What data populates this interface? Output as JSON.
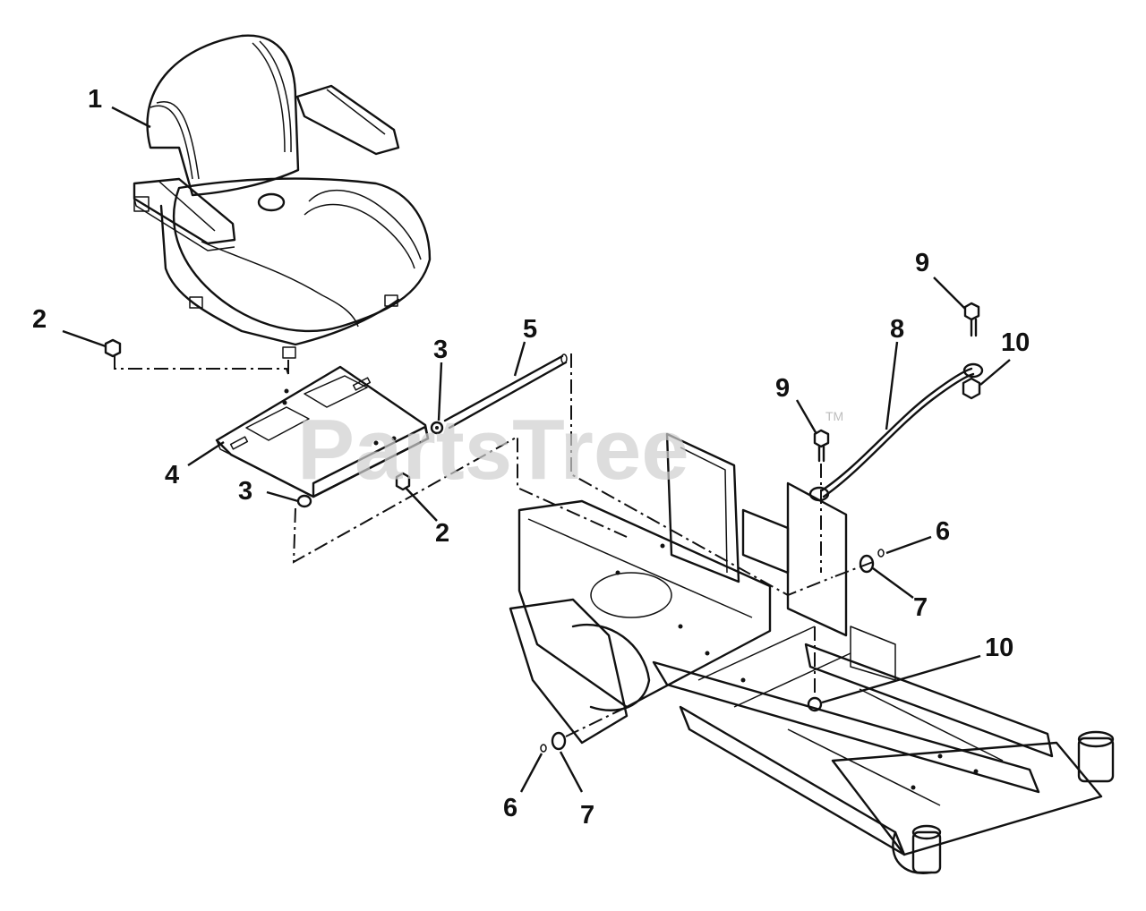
{
  "watermark": {
    "text": "PartsTree",
    "tm": "TM"
  },
  "callouts": [
    {
      "id": "c1",
      "label": "1"
    },
    {
      "id": "c2a",
      "label": "2"
    },
    {
      "id": "c2b",
      "label": "2"
    },
    {
      "id": "c3a",
      "label": "3"
    },
    {
      "id": "c3b",
      "label": "3"
    },
    {
      "id": "c4",
      "label": "4"
    },
    {
      "id": "c5",
      "label": "5"
    },
    {
      "id": "c6a",
      "label": "6"
    },
    {
      "id": "c6b",
      "label": "6"
    },
    {
      "id": "c7a",
      "label": "7"
    },
    {
      "id": "c7b",
      "label": "7"
    },
    {
      "id": "c8",
      "label": "8"
    },
    {
      "id": "c9a",
      "label": "9"
    },
    {
      "id": "c9b",
      "label": "9"
    },
    {
      "id": "c10a",
      "label": "10"
    },
    {
      "id": "c10b",
      "label": "10"
    }
  ]
}
